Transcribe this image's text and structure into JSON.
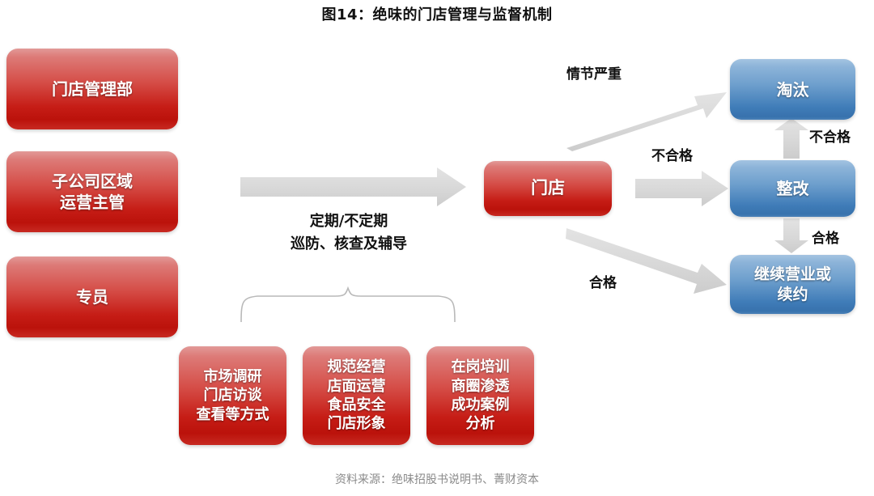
{
  "title": "图14：绝味的门店管理与监督机制",
  "source": "资料来源：绝味招股书说明书、菁财资本",
  "colors": {
    "red_light": "#e29a98",
    "red_dark": "#bb120b",
    "blue_light": "#a4c4e2",
    "blue_dark": "#3872ad",
    "arrow": "#d9d9d9",
    "text_dark": "#111111",
    "source_text": "#8a8a8a"
  },
  "left_column": {
    "boxes": [
      {
        "id": "dept",
        "lines": [
          "门店管理部"
        ]
      },
      {
        "id": "region",
        "lines": [
          "子公司区域",
          "运营主管"
        ]
      },
      {
        "id": "staff",
        "lines": [
          "专员"
        ]
      }
    ]
  },
  "center": {
    "process_label": "定期/不定期\n巡防、核查及辅导",
    "process_label_line1": "定期/不定期",
    "process_label_line2": "巡防、核查及辅导",
    "store_box": {
      "lines": [
        "门店"
      ]
    },
    "method_boxes": [
      {
        "id": "method-1",
        "lines": [
          "市场调研",
          "门店访谈",
          "查看等方式"
        ]
      },
      {
        "id": "method-2",
        "lines": [
          "规范经营",
          "店面运营",
          "食品安全",
          "门店形象"
        ]
      },
      {
        "id": "method-3",
        "lines": [
          "在岗培训",
          "商圈渗透",
          "成功案例",
          "分析"
        ]
      }
    ]
  },
  "right_column": {
    "boxes": [
      {
        "id": "eliminate",
        "lines": [
          "淘汰"
        ]
      },
      {
        "id": "rectify",
        "lines": [
          "整改"
        ]
      },
      {
        "id": "continue",
        "lines": [
          "继续营业或",
          "续约"
        ]
      }
    ]
  },
  "edge_labels": {
    "serious": "情节严重",
    "fail_to_rectify": "不合格",
    "fail_to_eliminate": "不合格",
    "pass_to_continue": "合格",
    "pass_diagonal": "合格"
  }
}
